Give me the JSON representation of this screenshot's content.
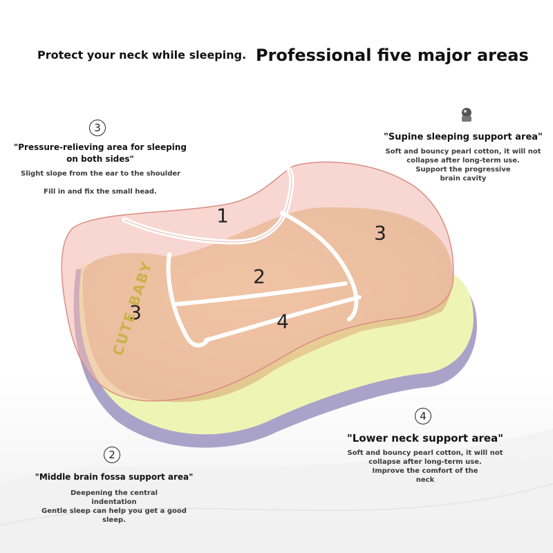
{
  "header": {
    "subtitle": "Protect your neck while sleeping.",
    "title": "Professional five major areas"
  },
  "zones": {
    "z1": "1",
    "z2": "2",
    "z3_right": "3",
    "z3_left": "3",
    "z4": "4"
  },
  "brand_text": "CUTE BABY",
  "callouts": {
    "side": {
      "number": "3",
      "title_line1": "\"Pressure-relieving area for sleeping",
      "title_line2": "on both sides\"",
      "desc_line1": "Slight slope from the ear to the shoulder",
      "desc_line2": "Fill in and fix the small head."
    },
    "supine": {
      "title": "\"Supine sleeping support area\"",
      "desc_line1": "Soft and bouncy pearl cotton, it will not",
      "desc_line2": "collapse after long-term use.",
      "desc_line3": "Support the progressive",
      "desc_line4": "brain cavity"
    },
    "lower_neck": {
      "number": "4",
      "title": "\"Lower neck support area\"",
      "desc_line1": "Soft and bouncy pearl cotton, it will not",
      "desc_line2": "collapse after long-term use.",
      "desc_line3": "Improve the comfort of the",
      "desc_line4": "neck"
    },
    "middle": {
      "number": "2",
      "title": "\"Middle brain fossa support area\"",
      "desc_line1": "Deepening the central",
      "desc_line2": "indentation",
      "desc_line3": "Gentle sleep can help you get a good",
      "desc_line4": "sleep."
    }
  },
  "colors": {
    "pink_overlay": "#f2b7ad",
    "pink_stroke": "#d98c82",
    "yellow_base": "#eef5b4",
    "purple_base": "#a9a3c9",
    "beige": "#e7c88d"
  }
}
